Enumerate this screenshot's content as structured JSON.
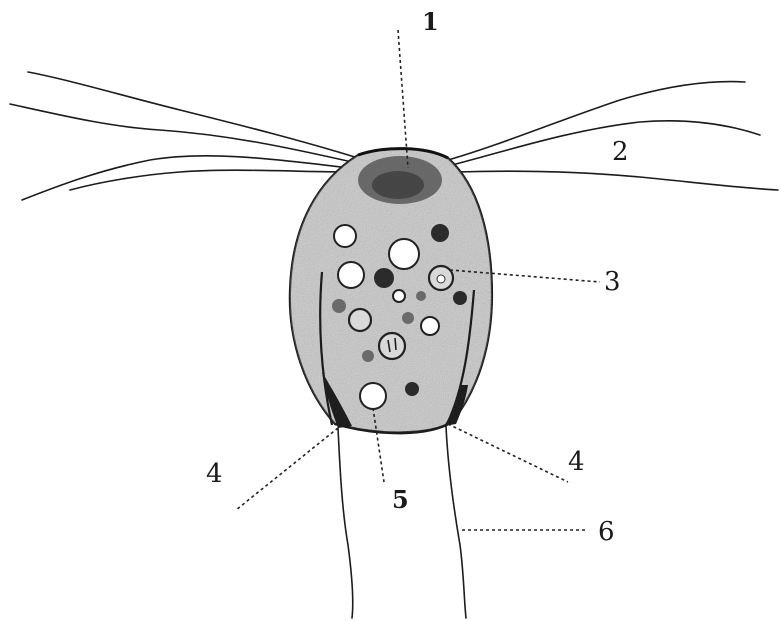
{
  "labels": {
    "l1": "1",
    "l2": "2",
    "l3": "3",
    "l4a": "4",
    "l4b": "4",
    "l5": "5",
    "l6": "6"
  },
  "colors": {
    "cell_fill": "#c8c8c8",
    "ink": "#1c1c1c",
    "background": "#ffffff"
  }
}
